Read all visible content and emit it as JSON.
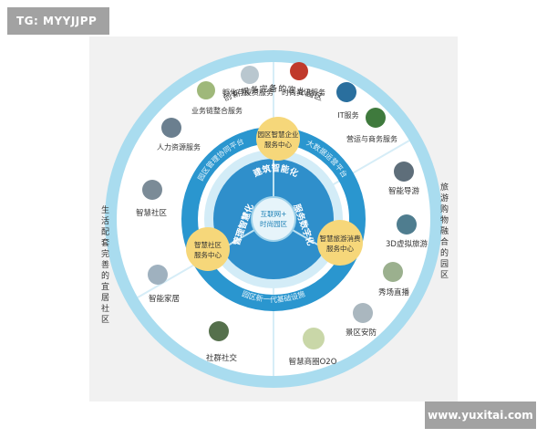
{
  "watermarks": {
    "top_left": "TG: MYYJJPP",
    "bottom_right": "www.yuxitai.com"
  },
  "outer_ring": {
    "top": "创新服务完备的宜业园区",
    "right": "旅游购物融合的园区",
    "left": "生活配套完善的宜居社区"
  },
  "middle_band": {
    "top_left": "园区管理协同平台",
    "top_right": "大数据运营平台",
    "bottom": "园区新一代基础设施"
  },
  "center": {
    "hub": [
      "互联网+",
      "时尚园区"
    ],
    "sectors": [
      "建筑智能化",
      "服务数字化",
      "管理智慧化"
    ]
  },
  "yellow_circles": {
    "top": [
      "园区智慧企业",
      "服务中心"
    ],
    "left": [
      "智慧社区",
      "服务中心"
    ],
    "right": [
      "智慧旅游消费",
      "服务中心"
    ]
  },
  "items": {
    "incubation": "孵化与投资服务",
    "news": "时尚资讯服务",
    "business_chain": "业务链整合服务",
    "it": "IT服务",
    "hr": "人力资源服务",
    "operations": "营运与商务服务",
    "smart_guide": "智能导游",
    "tour_3d": "3D虚拟旅游",
    "live_show": "秀场直播",
    "security": "景区安防",
    "smart_district": "智慧商圈O2O",
    "smart_community": "智慧社区",
    "smart_home": "智能家居",
    "social": "社群社交"
  },
  "colors": {
    "outer_ring": "#a9dcef",
    "white_ring": "#ffffff",
    "blue_band": "#2a96cf",
    "sector_fill": "#2f8fcb",
    "hub_fill": "#e6f4fa",
    "yellow": "#f6d77a",
    "divider": "#8ccbe6"
  }
}
